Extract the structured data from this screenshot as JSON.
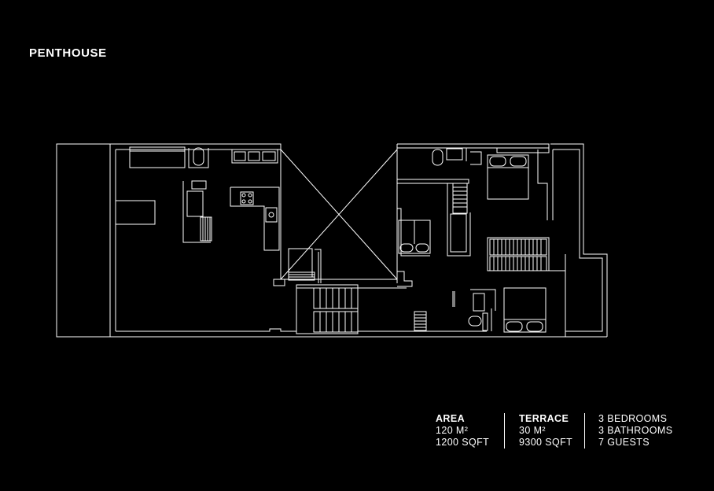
{
  "title": "PENTHOUSE",
  "specs": {
    "area": {
      "heading": "AREA",
      "metric": "120 M²",
      "imperial": "1200 SQFT"
    },
    "terrace": {
      "heading": "TERRACE",
      "metric": "30 M²",
      "imperial": "9300 SQFT"
    },
    "rooms": {
      "bedrooms": "3 BEDROOMS",
      "bathrooms": "3 BATHROOMS",
      "guests": "7 GUESTS"
    }
  },
  "colors": {
    "background": "#000000",
    "lines": "#ffffff"
  }
}
